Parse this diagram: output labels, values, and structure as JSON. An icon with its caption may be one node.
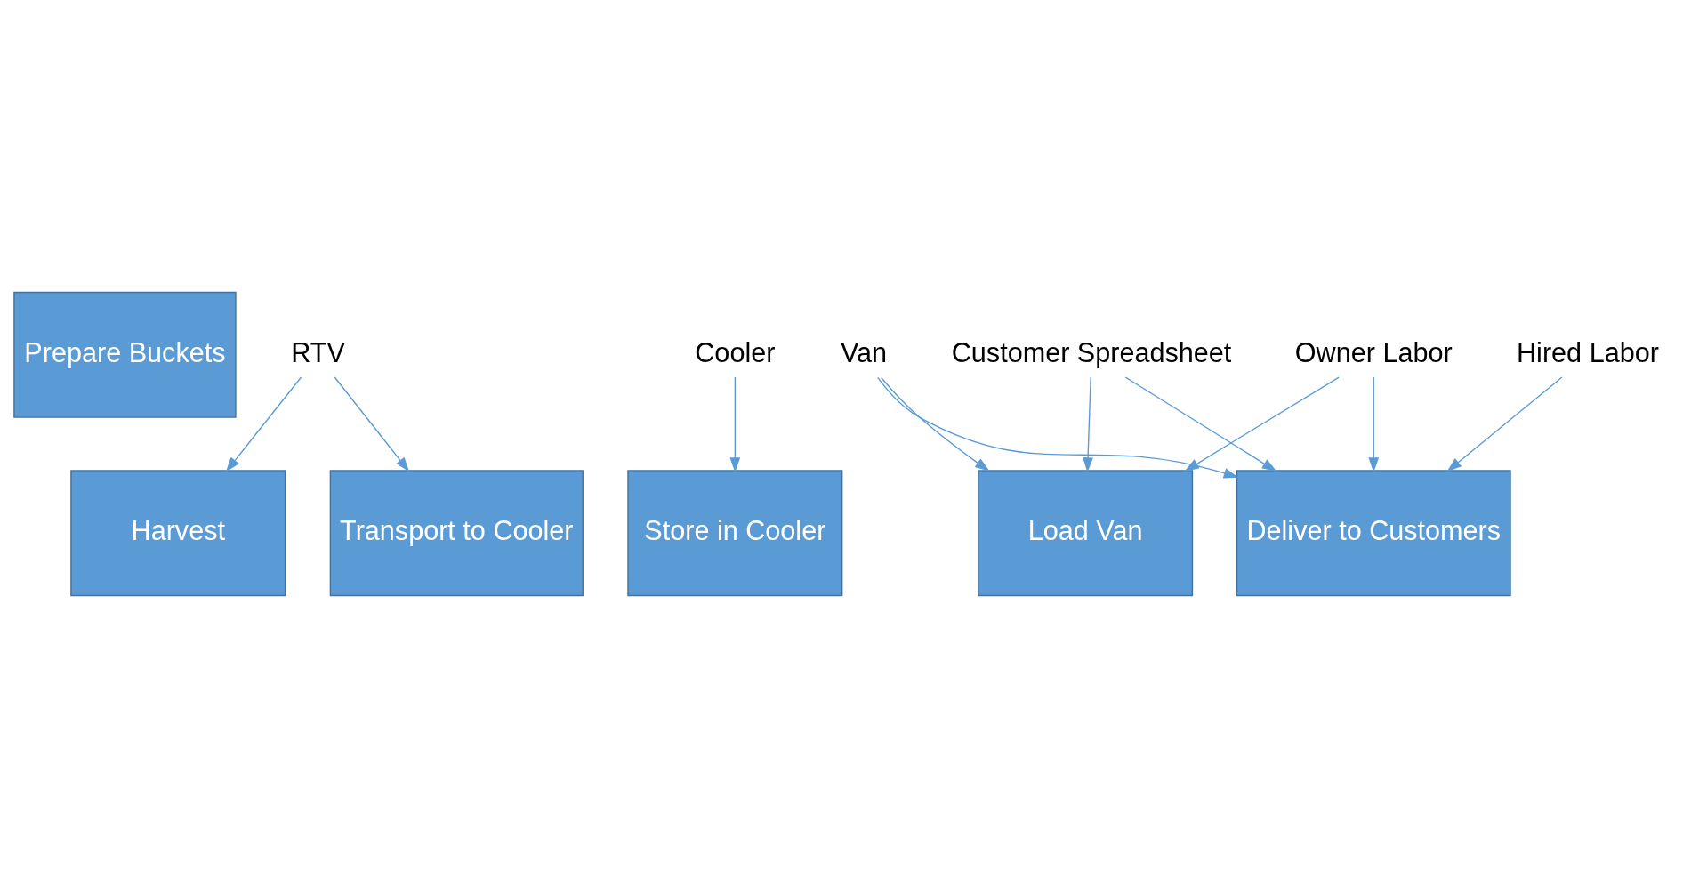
{
  "diagram": {
    "nodes": [
      {
        "text": [
          "Prepare Buckets"
        ]
      },
      {
        "text": [
          "Harvest"
        ]
      },
      {
        "text": [
          "Transport to Cooler"
        ]
      },
      {
        "text": [
          "Store in Cooler"
        ]
      },
      {
        "text": [
          "Load Van"
        ]
      },
      {
        "text": [
          "Deliver to Customers"
        ]
      },
      {
        "text": [
          "RTV"
        ]
      },
      {
        "text": [
          "Van"
        ]
      },
      {
        "text": [
          "Customer Spreadsheet"
        ]
      },
      {
        "text": [
          "Hired Labor"
        ]
      },
      {
        "text": [
          "Owner Labor"
        ]
      },
      {
        "text": [
          "Cooler"
        ]
      }
    ],
    "edges": [
      {
        "from": 6,
        "to": 1,
        "arrow": "to"
      },
      {
        "from": 6,
        "to": 2,
        "arrow": "to"
      },
      {
        "from": 7,
        "to": 4,
        "arrow": "to"
      },
      {
        "from": 7,
        "to": 5,
        "arrow": "to"
      },
      {
        "from": 8,
        "to": 4,
        "arrow": "to"
      },
      {
        "from": 8,
        "to": 5,
        "arrow": "to"
      },
      {
        "from": 9,
        "to": 5,
        "arrow": "to"
      },
      {
        "from": 10,
        "to": 4,
        "arrow": "to"
      },
      {
        "from": 10,
        "to": 5,
        "arrow": "to"
      },
      {
        "from": 11,
        "to": 3,
        "arrow": "to"
      }
    ]
  }
}
